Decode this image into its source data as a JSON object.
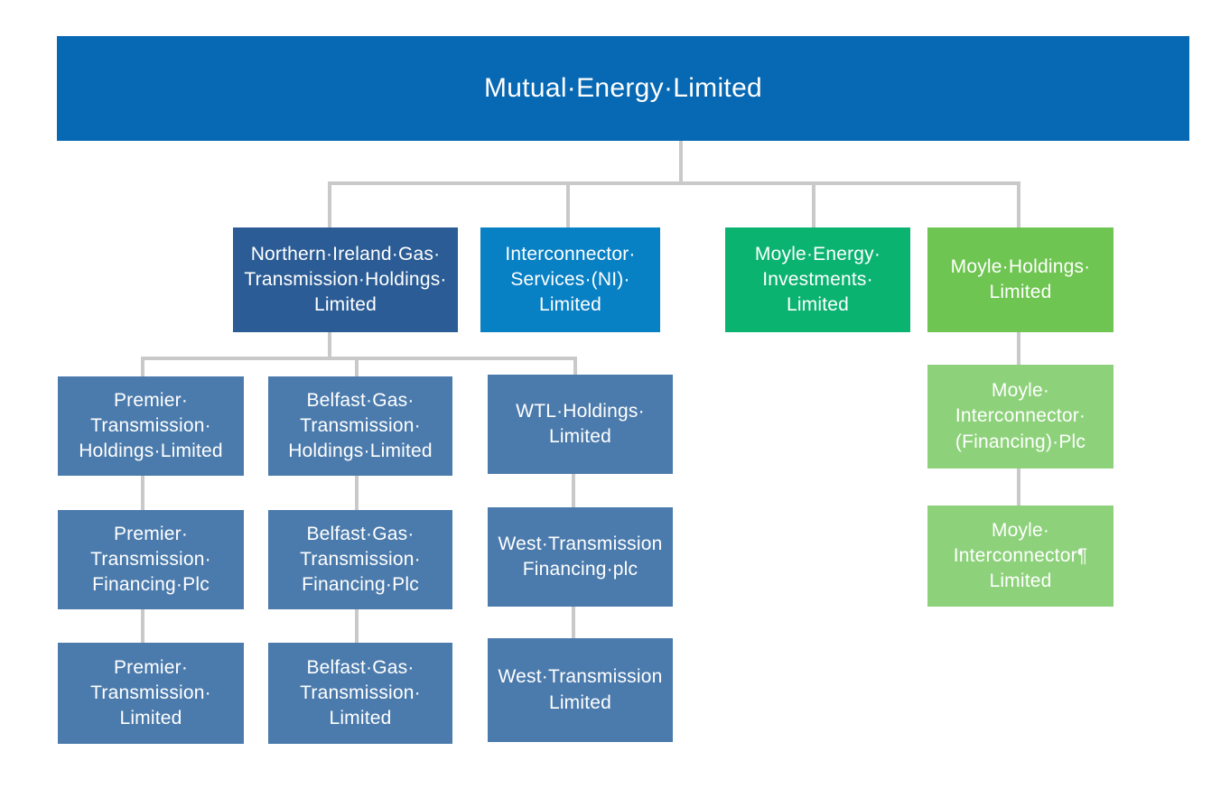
{
  "colors": {
    "background": "#ffffff",
    "banner_blue": "#0768b3",
    "navy_blue": "#2b5c95",
    "bright_blue": "#0880c4",
    "emerald_green": "#0bb371",
    "medium_green": "#6ec551",
    "steel_blue": "#4b7bac",
    "light_green": "#8dd27b",
    "connector_gray": "#c9c9c9",
    "text_white": "#ffffff"
  },
  "org": {
    "root": {
      "name": "Mutual·Energy·Limited"
    },
    "subsidiaries": [
      {
        "name": "Northern·Ireland·Gas·\nTransmission·Holdings·\nLimited",
        "children": [
          {
            "name": "Premier·\nTransmission·\nHoldings·Limited",
            "children": [
              {
                "name": "Premier·\nTransmission·\nFinancing·Plc",
                "children": [
                  {
                    "name": "Premier·\nTransmission·\nLimited"
                  }
                ]
              }
            ]
          },
          {
            "name": "Belfast·Gas·\nTransmission·\nHoldings·Limited",
            "children": [
              {
                "name": "Belfast·Gas·\nTransmission·\nFinancing·Plc",
                "children": [
                  {
                    "name": "Belfast·Gas·\nTransmission·\nLimited"
                  }
                ]
              }
            ]
          },
          {
            "name": "WTL·Holdings·\nLimited",
            "children": [
              {
                "name": "West·Transmission\nFinancing·plc",
                "children": [
                  {
                    "name": "West·Transmission\nLimited"
                  }
                ]
              }
            ]
          }
        ]
      },
      {
        "name": "Interconnector·\nServices·(NI)·\nLimited"
      },
      {
        "name": "Moyle·Energy·\nInvestments·\nLimited"
      },
      {
        "name": "Moyle·Holdings·\nLimited",
        "children": [
          {
            "name": "Moyle·\nInterconnector·\n(Financing)·Plc",
            "children": [
              {
                "name": "Moyle·\nInterconnector¶\nLimited"
              }
            ]
          }
        ]
      }
    ]
  }
}
